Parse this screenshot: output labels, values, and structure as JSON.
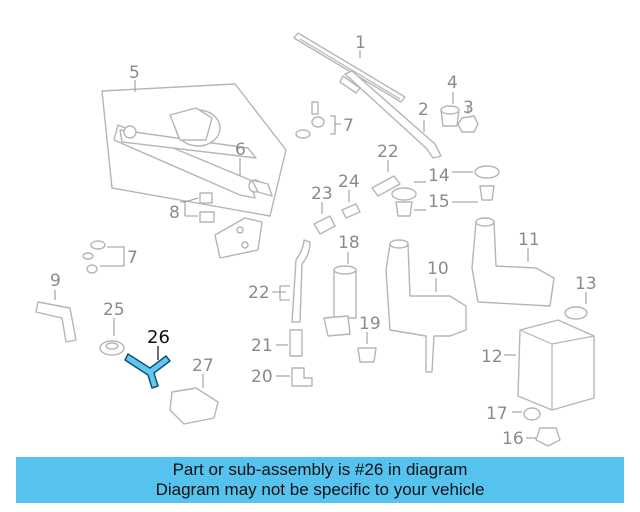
{
  "diagram": {
    "highlight_color": "#5ec8ef",
    "part_color": "#b5b5b5",
    "labels": {
      "p1": "1",
      "p2": "2",
      "p3": "3",
      "p4": "4",
      "p5": "5",
      "p6": "6",
      "p7a": "7",
      "p7b": "7",
      "p8": "8",
      "p9": "9",
      "p10": "10",
      "p11": "11",
      "p12": "12",
      "p13": "13",
      "p14": "14",
      "p15": "15",
      "p16": "16",
      "p17": "17",
      "p18": "18",
      "p19": "19",
      "p20": "20",
      "p21": "21",
      "p22a": "22",
      "p22b": "22",
      "p23": "23",
      "p24": "24",
      "p25": "25",
      "p26": "26",
      "p27": "27"
    }
  },
  "banner": {
    "line1": "Part or sub-assembly is #26 in diagram",
    "line2": "Diagram may not be specific to your vehicle",
    "color": "#55c3ee"
  }
}
